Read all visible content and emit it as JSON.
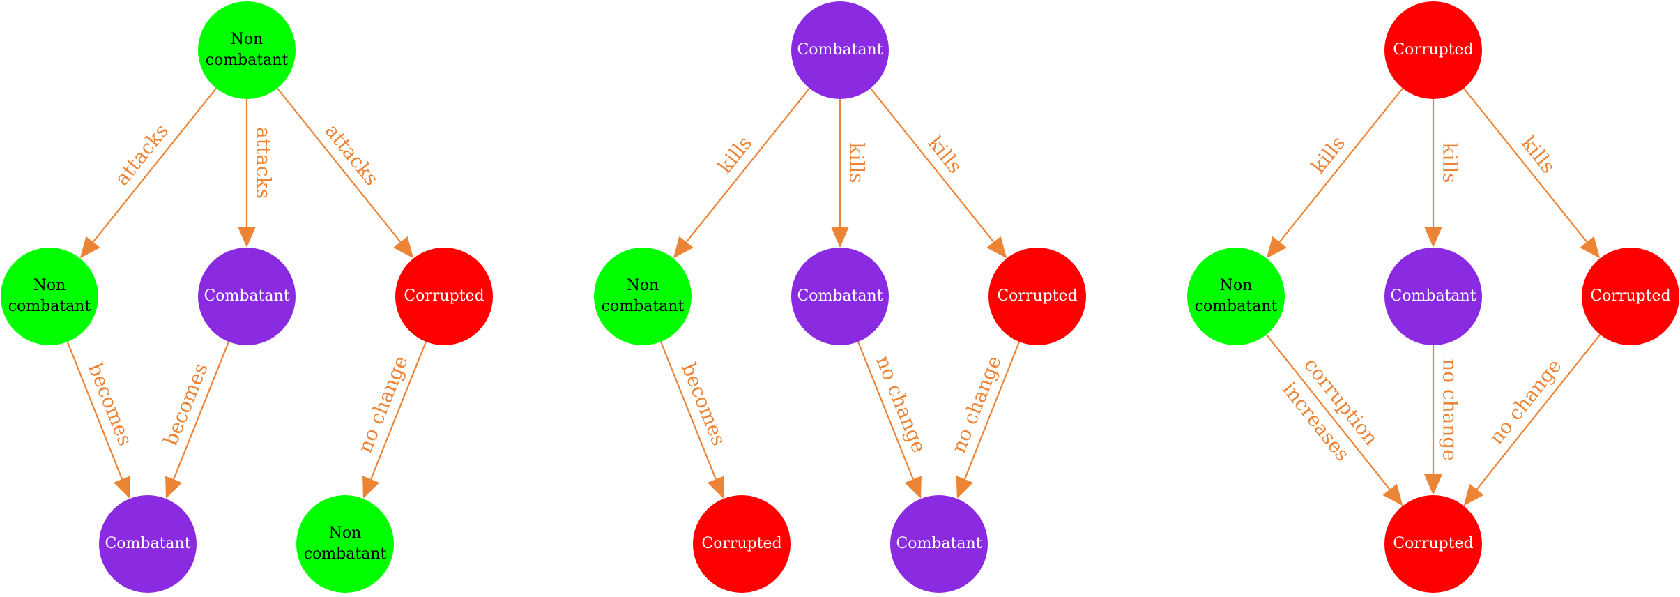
{
  "colors": {
    "edge": "#ec8436",
    "noncombatant": "#00ff00",
    "combatant": "#8a2be2",
    "corrupted": "#ff0000",
    "text_dark": "#000000",
    "text_light": "#ffffff"
  },
  "diagrams": [
    {
      "name": "noncombatant-attacks",
      "nodes": [
        {
          "id": "a_root",
          "kind": "noncombatant",
          "lines": [
            "Non",
            "combatant"
          ]
        },
        {
          "id": "a_nc",
          "kind": "noncombatant",
          "lines": [
            "Non",
            "combatant"
          ]
        },
        {
          "id": "a_cb",
          "kind": "combatant",
          "lines": [
            "Combatant"
          ]
        },
        {
          "id": "a_cr",
          "kind": "corrupted",
          "lines": [
            "Corrupted"
          ]
        },
        {
          "id": "a_res1",
          "kind": "combatant",
          "lines": [
            "Combatant"
          ]
        },
        {
          "id": "a_res2",
          "kind": "noncombatant",
          "lines": [
            "Non",
            "combatant"
          ]
        }
      ],
      "edges": [
        {
          "from": "a_root",
          "to": "a_nc",
          "label": "attacks"
        },
        {
          "from": "a_root",
          "to": "a_cb",
          "label": "attacks"
        },
        {
          "from": "a_root",
          "to": "a_cr",
          "label": "attacks"
        },
        {
          "from": "a_nc",
          "to": "a_res1",
          "label": "becomes"
        },
        {
          "from": "a_cb",
          "to": "a_res1",
          "label": "becomes"
        },
        {
          "from": "a_cr",
          "to": "a_res2",
          "label": "no change"
        }
      ]
    },
    {
      "name": "combatant-kills",
      "nodes": [
        {
          "id": "b_root",
          "kind": "combatant",
          "lines": [
            "Combatant"
          ]
        },
        {
          "id": "b_nc",
          "kind": "noncombatant",
          "lines": [
            "Non",
            "combatant"
          ]
        },
        {
          "id": "b_cb",
          "kind": "combatant",
          "lines": [
            "Combatant"
          ]
        },
        {
          "id": "b_cr",
          "kind": "corrupted",
          "lines": [
            "Corrupted"
          ]
        },
        {
          "id": "b_res1",
          "kind": "corrupted",
          "lines": [
            "Corrupted"
          ]
        },
        {
          "id": "b_res2",
          "kind": "combatant",
          "lines": [
            "Combatant"
          ]
        }
      ],
      "edges": [
        {
          "from": "b_root",
          "to": "b_nc",
          "label": "kills"
        },
        {
          "from": "b_root",
          "to": "b_cb",
          "label": "kills"
        },
        {
          "from": "b_root",
          "to": "b_cr",
          "label": "kills"
        },
        {
          "from": "b_nc",
          "to": "b_res1",
          "label": "becomes"
        },
        {
          "from": "b_cb",
          "to": "b_res2",
          "label": "no change"
        },
        {
          "from": "b_cr",
          "to": "b_res2",
          "label": "no change"
        }
      ]
    },
    {
      "name": "corrupted-kills",
      "nodes": [
        {
          "id": "c_root",
          "kind": "corrupted",
          "lines": [
            "Corrupted"
          ]
        },
        {
          "id": "c_nc",
          "kind": "noncombatant",
          "lines": [
            "Non",
            "combatant"
          ]
        },
        {
          "id": "c_cb",
          "kind": "combatant",
          "lines": [
            "Combatant"
          ]
        },
        {
          "id": "c_cr",
          "kind": "corrupted",
          "lines": [
            "Corrupted"
          ]
        },
        {
          "id": "c_res",
          "kind": "corrupted",
          "lines": [
            "Corrupted"
          ]
        }
      ],
      "edges": [
        {
          "from": "c_root",
          "to": "c_nc",
          "label": "kills"
        },
        {
          "from": "c_root",
          "to": "c_cb",
          "label": "kills"
        },
        {
          "from": "c_root",
          "to": "c_cr",
          "label": "kills"
        },
        {
          "from": "c_nc",
          "to": "c_res",
          "label": "corruption",
          "label2": "increases"
        },
        {
          "from": "c_cb",
          "to": "c_res",
          "label": "no change"
        },
        {
          "from": "c_cr",
          "to": "c_res",
          "label": "no change"
        }
      ]
    }
  ]
}
